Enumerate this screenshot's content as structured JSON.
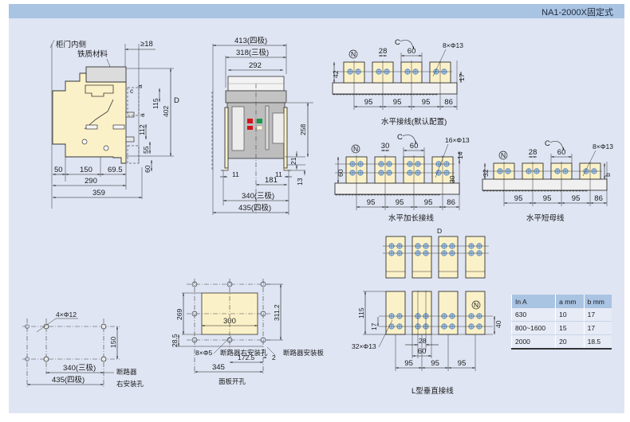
{
  "header": {
    "title": "NA1-2000X固定式"
  },
  "side_view": {
    "labels": {
      "cabinet_door_inner": "柜门内侧",
      "iron_material": "铁质材料",
      "clearance": "≥18"
    },
    "letters": {
      "c": "c",
      "a1": "a",
      "a2": "a",
      "d": "D"
    },
    "dims_vertical": [
      "115",
      "402",
      "112",
      "55",
      "60"
    ],
    "dims_horizontal": [
      "50",
      "150",
      "69.5",
      "290",
      "359"
    ]
  },
  "front_view": {
    "dims_top": [
      "413(四极)",
      "318(三极)",
      "292"
    ],
    "dims_right": [
      "258",
      "21",
      "13"
    ],
    "dims_bottom": [
      "11",
      "11",
      "181",
      "340(三极)",
      "435(四极)"
    ],
    "indicator_colors": {
      "red": "#d4141c",
      "green": "#1a9a4a",
      "cream": "#fff5d0"
    }
  },
  "bus_horizontal_default": {
    "caption": "水平接线(默认配置)",
    "neutral": "N",
    "rotate": "C",
    "holes": "8×Φ13",
    "dims_top": [
      "28",
      "60"
    ],
    "dims_side": [
      "42",
      "17"
    ],
    "dims_bottom": [
      "95",
      "95",
      "95",
      "86"
    ]
  },
  "bus_horizontal_extended": {
    "caption": "水平加长接线",
    "neutral": "N",
    "rotate": "C",
    "holes": "16×Φ13",
    "dims_top": [
      "30",
      "60"
    ],
    "dims_side": [
      "60",
      "14",
      "30"
    ],
    "dims_bottom": [
      "95",
      "95",
      "95",
      "86"
    ]
  },
  "bus_horizontal_short": {
    "caption": "水平短母线",
    "neutral": "N",
    "rotate": "C",
    "holes": "8×Φ13",
    "dims_top": [
      "28",
      "60"
    ],
    "dims_side": [
      "32",
      "b"
    ],
    "dims_bottom": [
      "95",
      "95",
      "95",
      "86"
    ]
  },
  "mounting_holes": {
    "holes": "4×Φ12",
    "dims": [
      "150",
      "340(三极)",
      "435(四极)"
    ],
    "label_line1": "断路器",
    "label_line2": "右安装孔"
  },
  "panel_cutout": {
    "caption": "面板开孔",
    "holes": "8×Φ5",
    "dims": [
      "269",
      "300",
      "311.2",
      "28.5",
      "172.5",
      "345",
      "2"
    ],
    "label_right_hole": "断路器右安装孔",
    "label_plate": "断路器安装板"
  },
  "bus_l_vertical": {
    "caption": "L型垂直接线",
    "top_label": "D",
    "neutral": "N",
    "holes": "32×Φ13",
    "dims": [
      "115",
      "17",
      "40",
      "28",
      "60",
      "95",
      "95",
      "95"
    ]
  },
  "spec_table": {
    "headers": [
      "In A",
      "a mm",
      "b mm"
    ],
    "rows": [
      [
        "630",
        "10",
        "17"
      ],
      [
        "800~1600",
        "15",
        "17"
      ],
      [
        "2000",
        "20",
        "18.5"
      ]
    ]
  }
}
